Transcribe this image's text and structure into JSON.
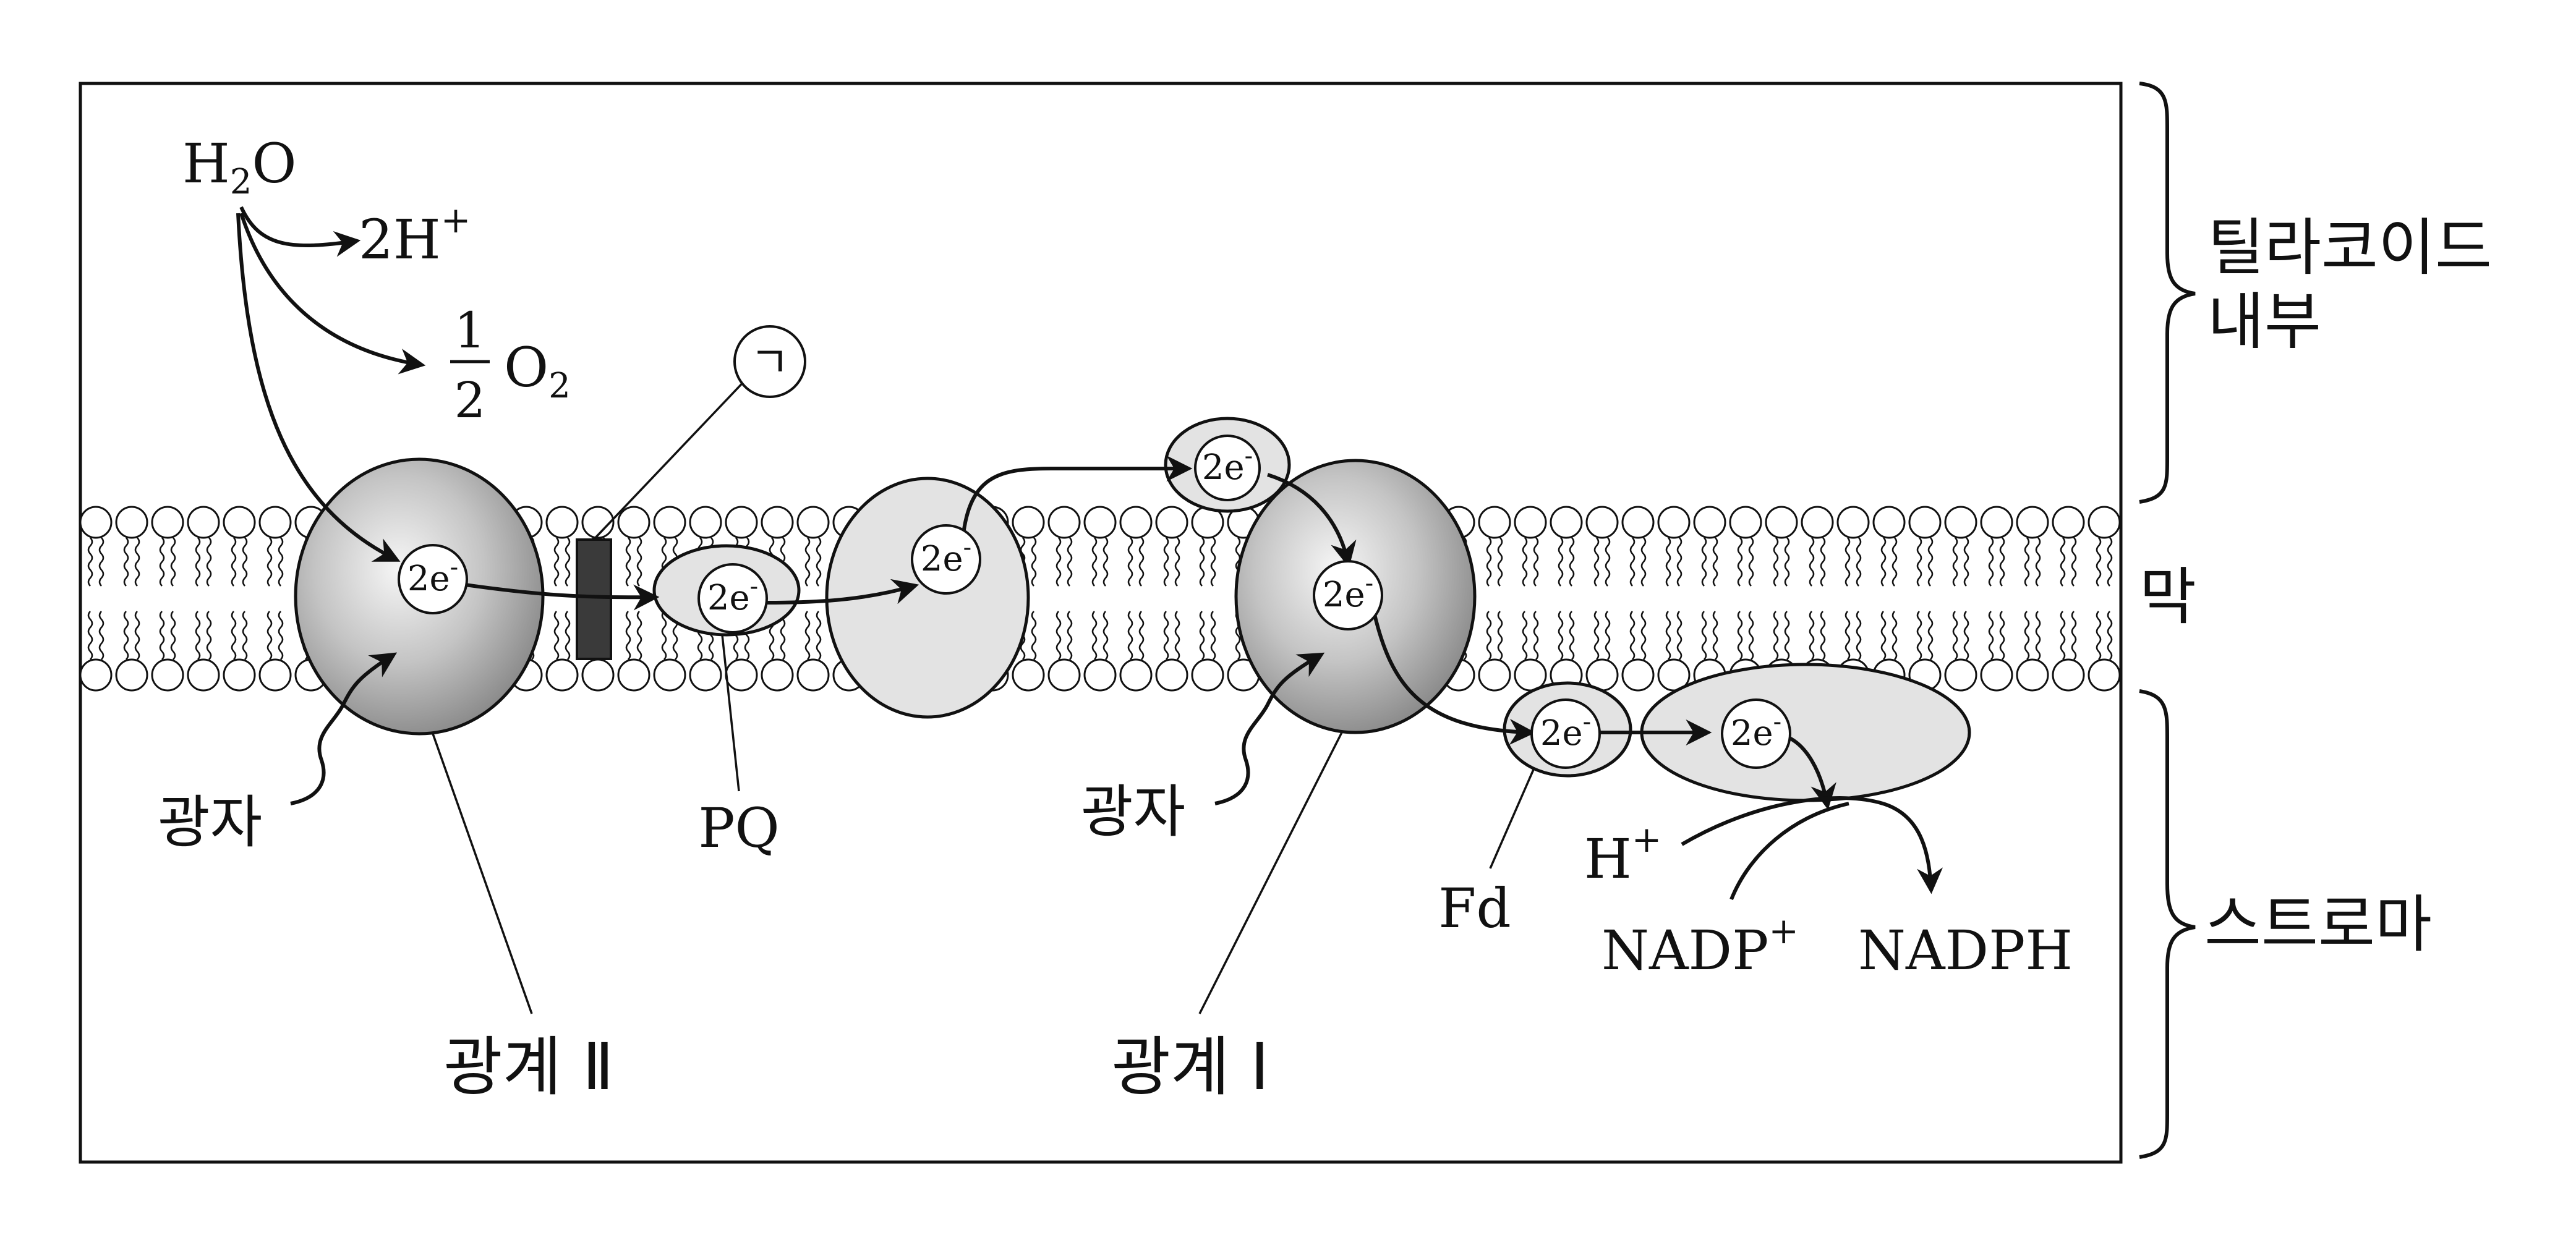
{
  "labels": {
    "h2o_main": "H",
    "h2o_sub": "2",
    "h2o_tail": "O",
    "two_h": "2H",
    "two_h_sup": "+",
    "half_num": "1",
    "half_den": "2",
    "o2_main": "O",
    "o2_sub": "2",
    "marker": "ㄱ",
    "e_main": "2e",
    "e_sup": "-",
    "photon1": "광자",
    "photon2": "광자",
    "pq": "PQ",
    "fd": "Fd",
    "h_plus": "H",
    "h_plus_sup": "+",
    "nadp": "NADP",
    "nadp_sup": "+",
    "nadph": "NADPH",
    "ps2": "광계 Ⅱ",
    "ps1": "광계 Ⅰ",
    "lumen_line1": "틸라코이드",
    "lumen_line2": "내부",
    "membrane": "막",
    "stroma": "스트로마"
  },
  "colors": {
    "line": "#111111",
    "fill_light": "#e3e3e3",
    "fill_dark": "#3a3a3a",
    "photosystem_center": "#f4f4f4",
    "photosystem_edge": "#8a8a8a"
  }
}
